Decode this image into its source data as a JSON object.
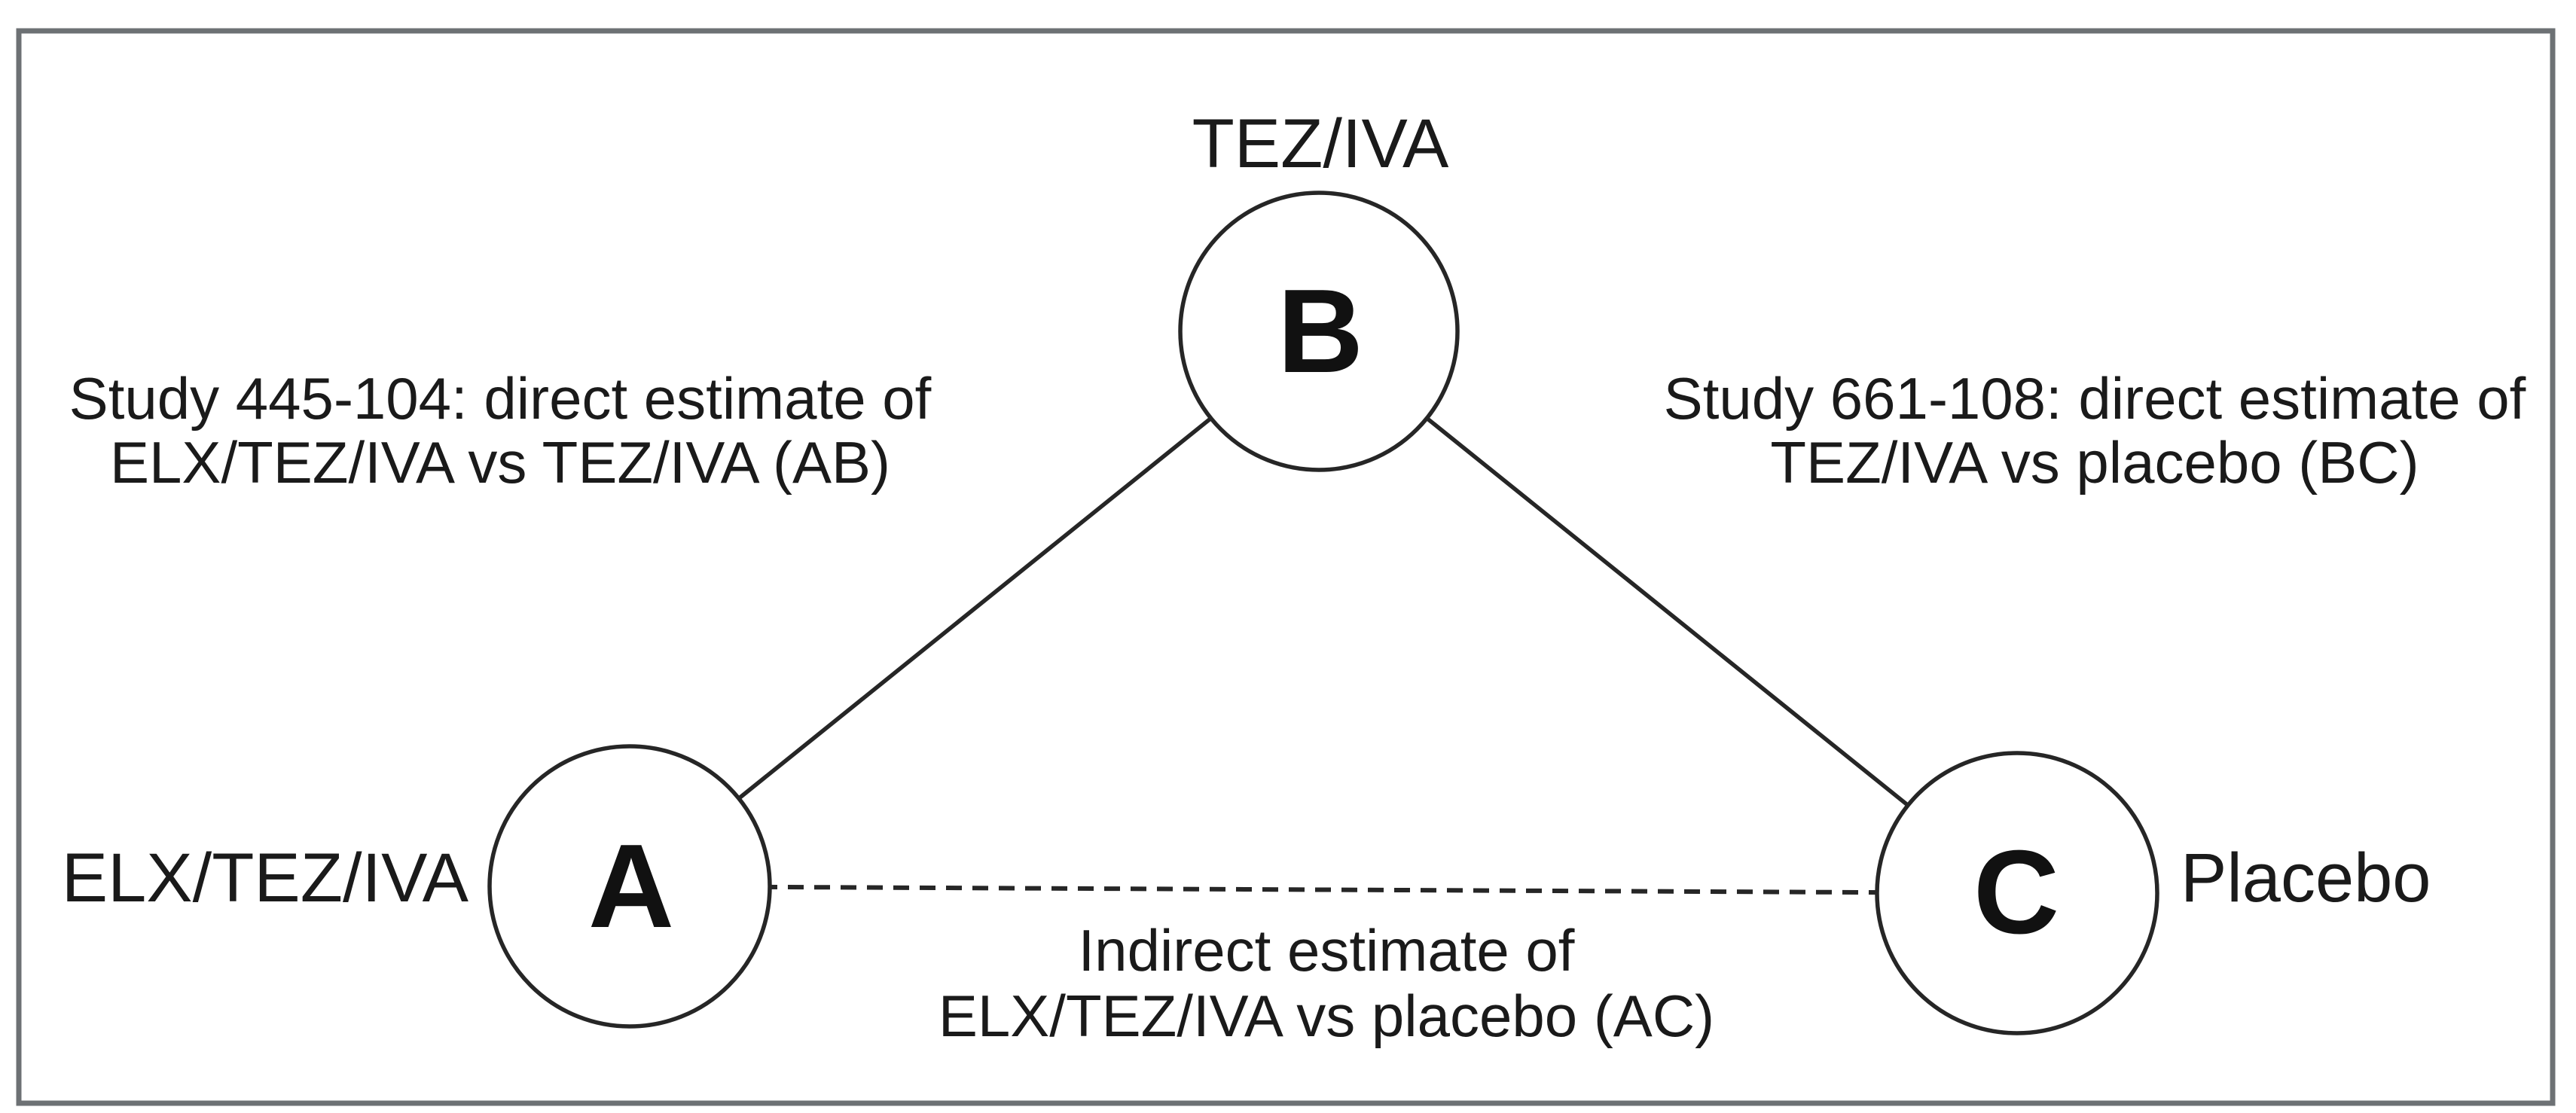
{
  "figure": {
    "description": "Network meta-analysis triangle diagram",
    "background_color": "#ffffff",
    "frame_border_color": "#6d7174",
    "line_color": "#262626",
    "text_color": "#1a1a1a",
    "nodes": {
      "a": {
        "letter": "A",
        "label": "ELX/TEZ/IVA",
        "label_side": "left"
      },
      "b": {
        "letter": "B",
        "label": "TEZ/IVA",
        "label_side": "top"
      },
      "c": {
        "letter": "C",
        "label": "Placebo",
        "label_side": "right"
      }
    },
    "edges": {
      "ab": {
        "style": "solid",
        "line1": "Study 445-104: direct estimate of",
        "line2": "ELX/TEZ/IVA vs TEZ/IVA (AB)"
      },
      "bc": {
        "style": "solid",
        "line1": "Study 661-108: direct estimate of",
        "line2": "TEZ/IVA vs placebo (BC)"
      },
      "ac": {
        "style": "dashed",
        "line1": "Indirect estimate of",
        "line2": "ELX/TEZ/IVA vs placebo (AC)"
      }
    }
  }
}
